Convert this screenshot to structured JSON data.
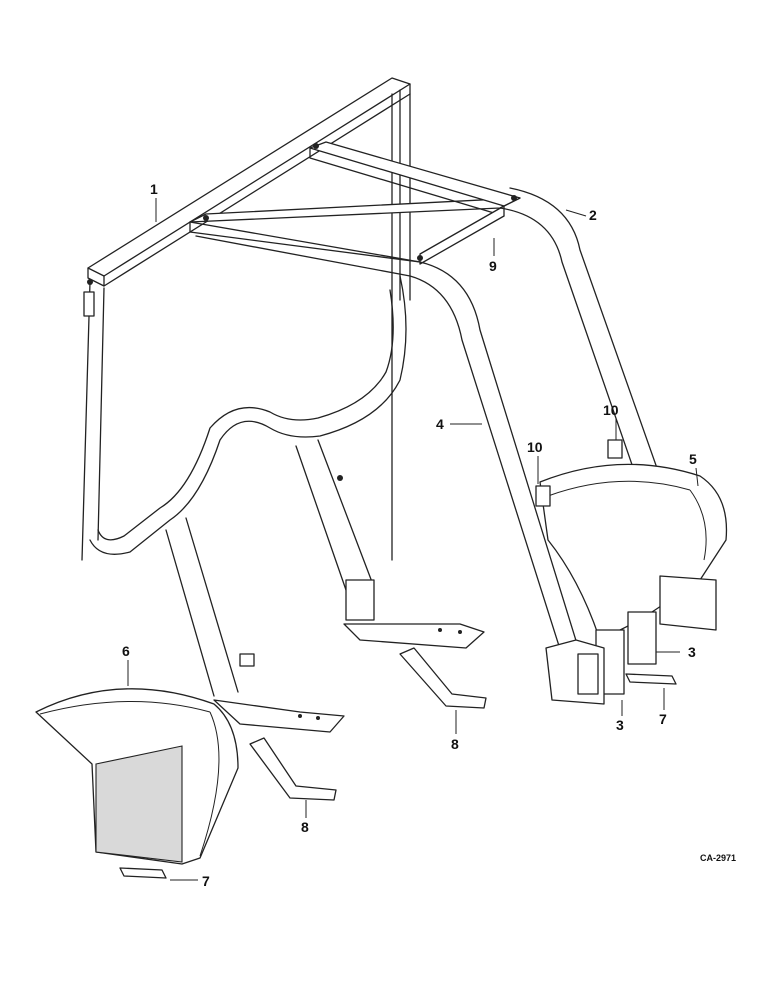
{
  "callouts": {
    "c1": "1",
    "c2": "2",
    "c3a": "3",
    "c3b": "3",
    "c4": "4",
    "c5": "5",
    "c6": "6",
    "c7a": "7",
    "c7b": "7",
    "c8a": "8",
    "c8b": "8",
    "c9": "9",
    "c10a": "10",
    "c10b": "10"
  },
  "drawing_code": "CA-2971"
}
